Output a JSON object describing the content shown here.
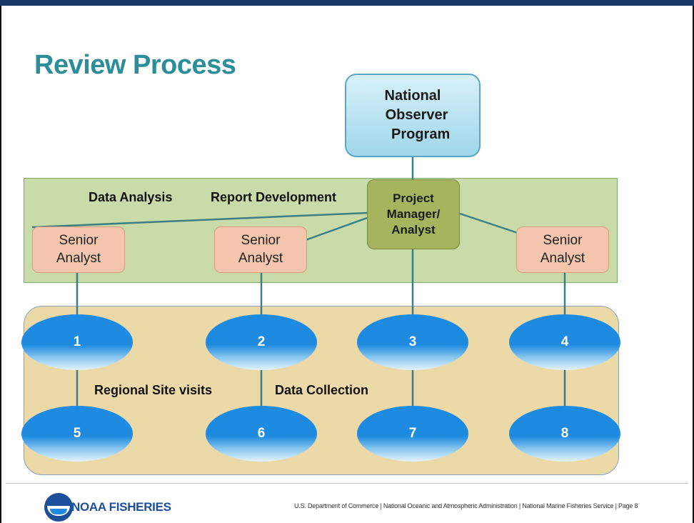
{
  "slide": {
    "title": "Review Process"
  },
  "diagram": {
    "top_node": "National\n  Observer\n    Program",
    "project_manager": "Project\nManager/\nAnalyst",
    "senior_analysts": [
      "Senior\nAnalyst",
      "Senior\nAnalyst",
      "Senior\nAnalyst"
    ],
    "band_labels": {
      "data_analysis": "Data Analysis",
      "report_development": "Report Development",
      "regional_site_visits": "Regional  Site visits",
      "data_collection": "Data Collection"
    },
    "sites": [
      "1",
      "2",
      "3",
      "4",
      "5",
      "6",
      "7",
      "8"
    ]
  },
  "footer": {
    "logo_text": "NOAA FISHERIES",
    "text": "U.S. Department of Commerce | National Oceanic and Atmospheric Administration | National Marine Fisheries Service | Page 8"
  },
  "colors": {
    "title": "#2b8e9a",
    "top_bar": "#173968",
    "analysis_band": "#c9dba8",
    "collection_band": "#ecd9a8",
    "senior_box": "#f4c6ae",
    "project_manager_box": "#a5b55d",
    "oval": "#1f8be0"
  }
}
